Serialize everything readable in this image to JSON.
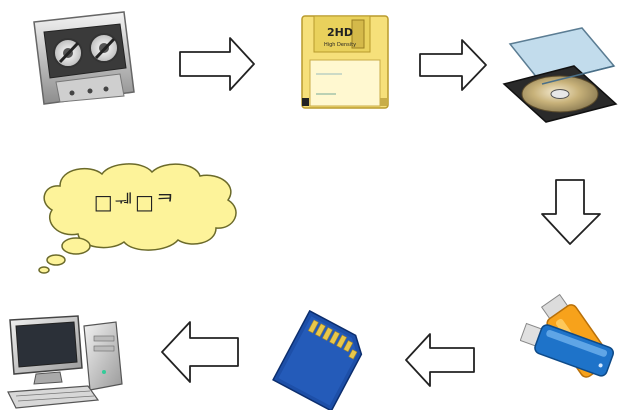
{
  "diagram": {
    "thought_bubble": {
      "text": "□ᅰ□ᄏ"
    },
    "items": [
      {
        "name": "cassette-tape-icon"
      },
      {
        "name": "floppy-disk-icon",
        "label": "2HD",
        "sublabel": "High Density"
      },
      {
        "name": "cd-case-icon"
      },
      {
        "name": "usb-flash-drive-icon"
      },
      {
        "name": "sd-card-icon"
      },
      {
        "name": "desktop-computer-icon"
      }
    ],
    "colors": {
      "bubble_fill": "#fdf39a",
      "bubble_stroke": "#6b6a2a",
      "arrow_stroke": "#222222",
      "floppy": "#f6e07a",
      "sd_card": "#1d4fa8",
      "usb_orange": "#f7a21b",
      "usb_blue": "#1e73c9"
    }
  }
}
